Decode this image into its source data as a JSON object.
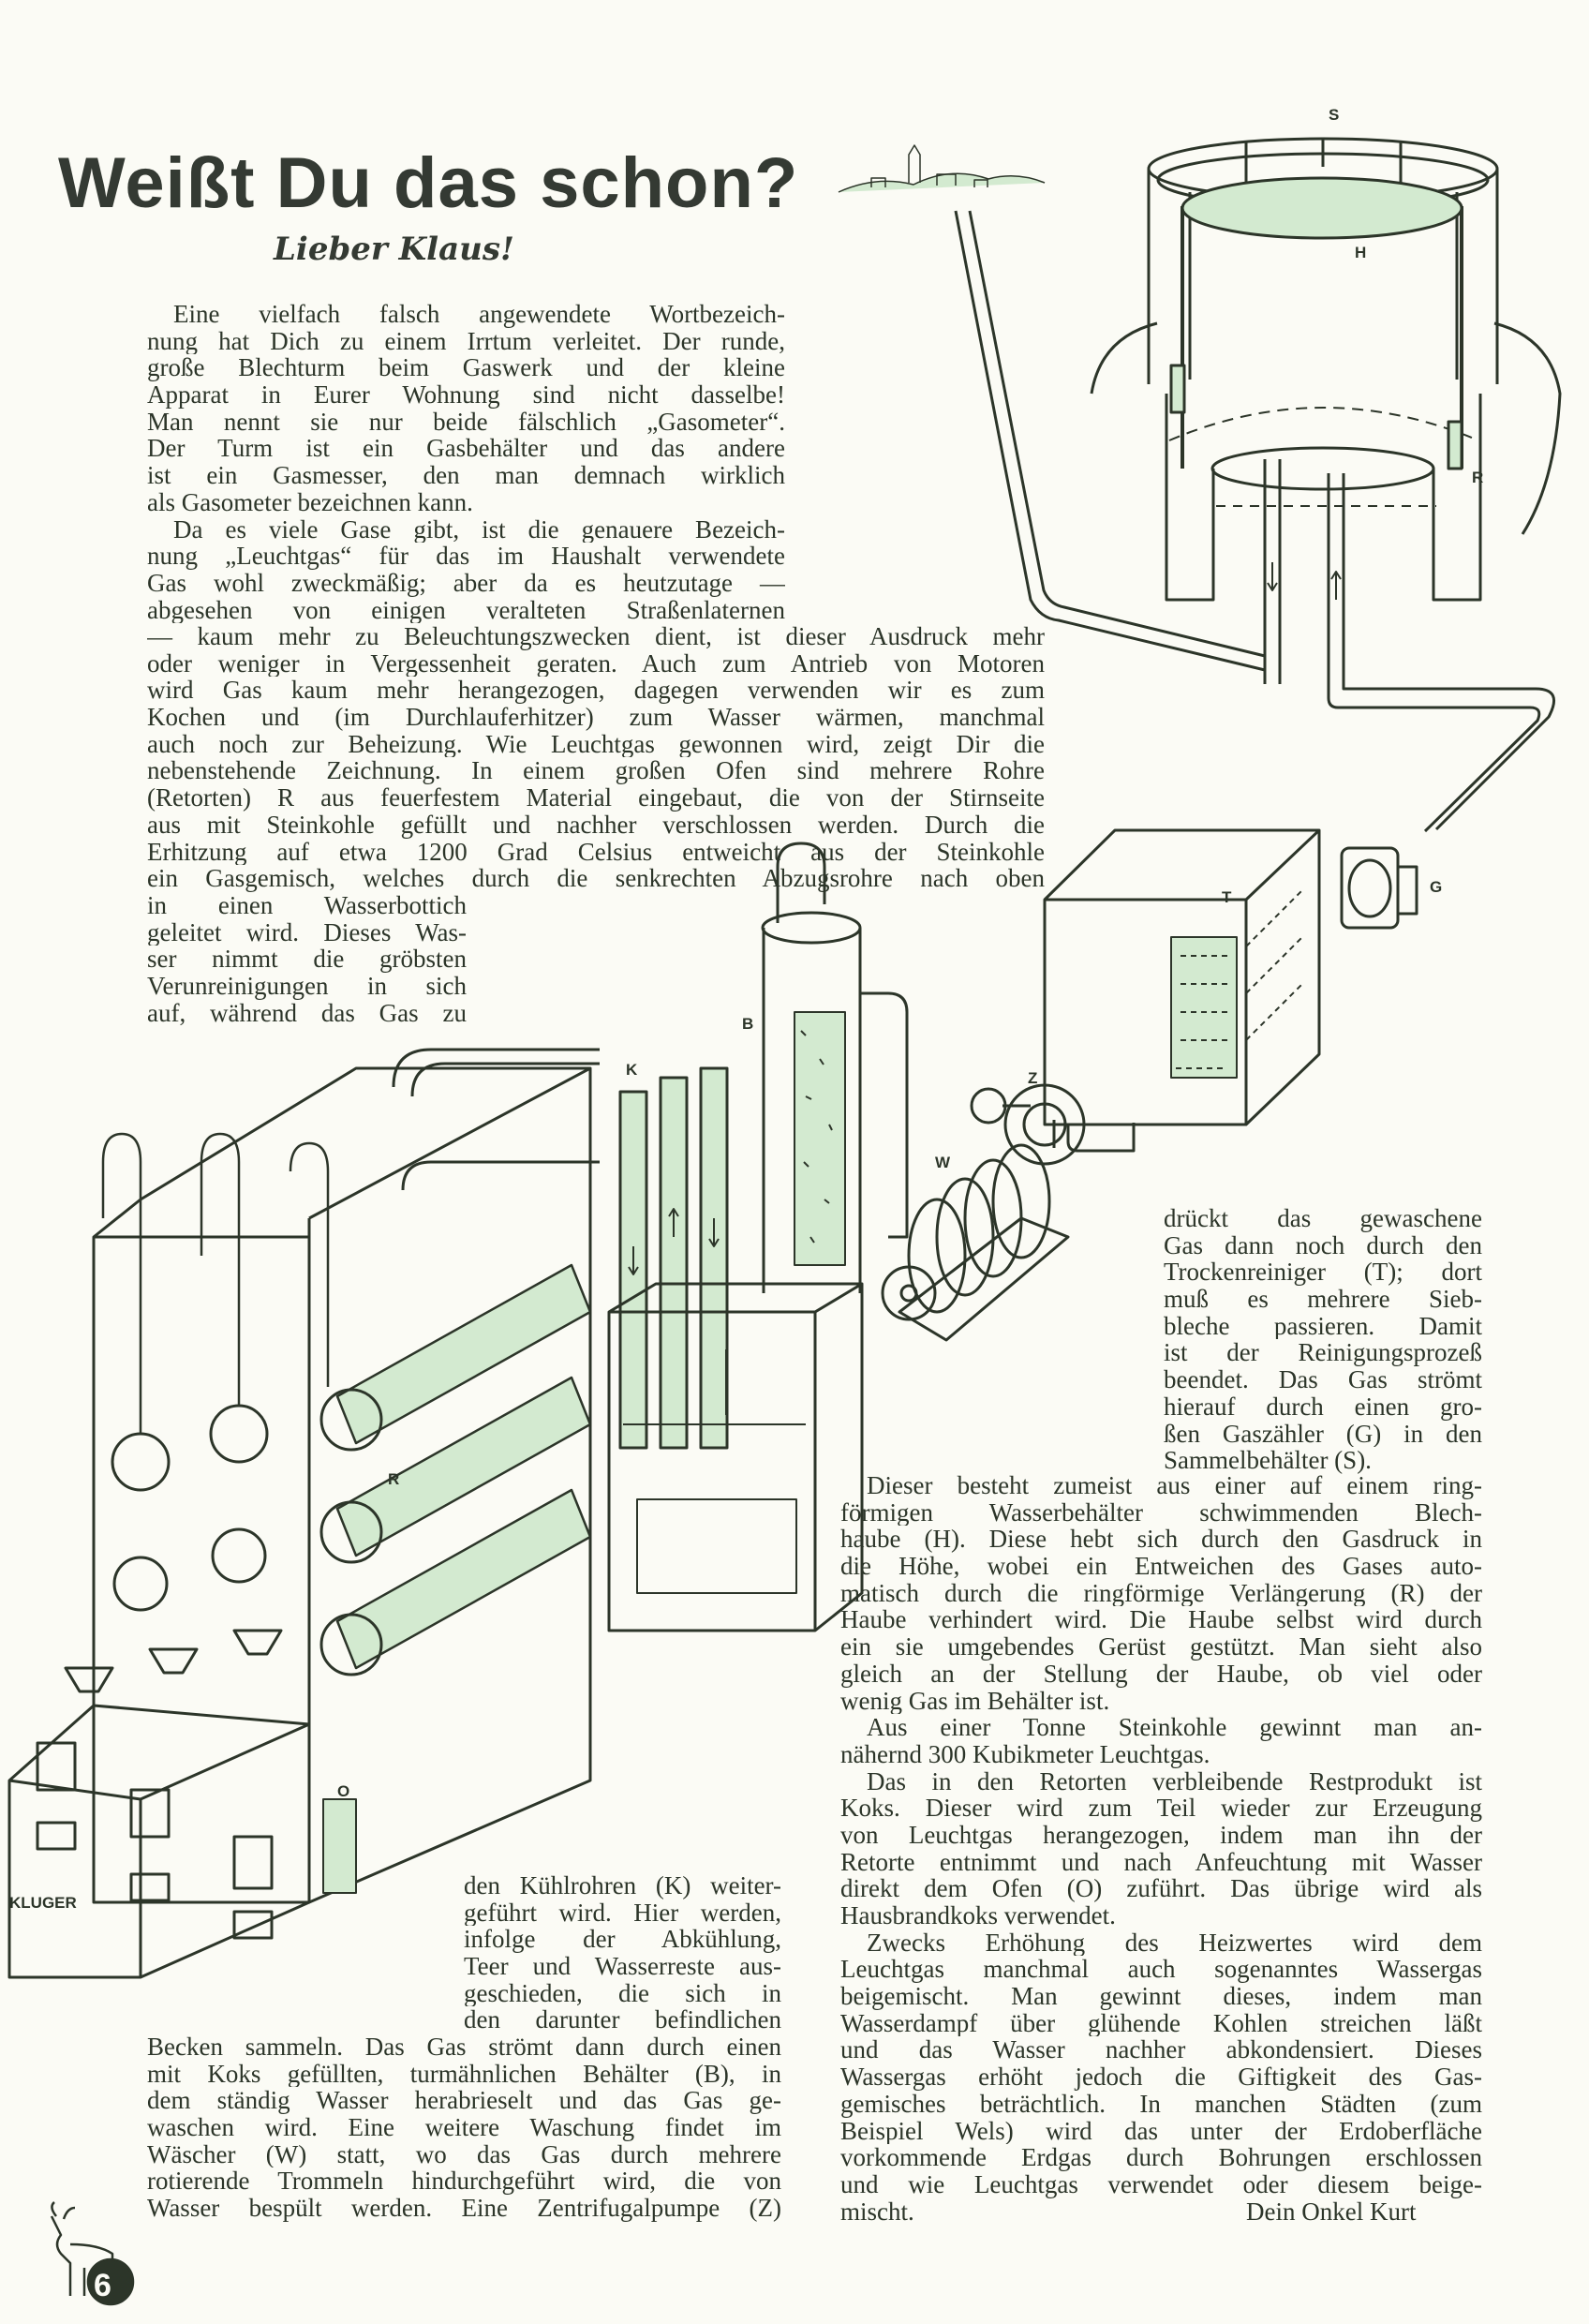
{
  "header": {
    "title": "Weißt Du das schon?",
    "salutation": "Lieber Klaus!"
  },
  "text": {
    "blocks": [
      [
        [
          "Eine vielfach falsch angewendete Wortbezeich-",
          "nung hat Dich zu einem Irrtum verleitet. Der runde,",
          "große Blechturm beim Gaswerk und der kleine",
          "Apparat in Eurer Wohnung sind nicht dasselbe!",
          "Man nennt sie nur beide fälschlich „Gasometer“.",
          "Der Turm ist ein Gasbehälter und das andere",
          "ist ein Gasmesser, den man demnach wirklich",
          "als Gasometer bezeichnen kann."
        ],
        [
          "Da es viele Gase gibt, ist die genauere Bezeich-",
          "nung „Leuchtgas“ für das im Haushalt verwendete",
          "Gas wohl zweckmäßig; aber da es heutzutage —",
          "abgesehen von einigen veralteten Straßenlaternen"
        ]
      ],
      [
        [
          "— kaum mehr zu Beleuchtungszwecken dient, ist dieser Ausdruck mehr",
          "oder weniger in Vergessenheit geraten. Auch zum Antrieb von Motoren",
          "wird Gas kaum mehr herangezogen, dagegen verwenden wir es zum",
          "Kochen und (im Durchlauferhitzer) zum Wasser wärmen, manchmal",
          "auch noch zur Beheizung. Wie Leuchtgas gewonnen wird, zeigt Dir die",
          "nebenstehende Zeichnung. In einem großen Ofen sind mehrere Rohre",
          "(Retorten) R aus feuerfestem Material eingebaut, die von der Stirnseite",
          "aus mit Steinkohle gefüllt und nachher verschlossen werden. Durch die",
          "Erhitzung auf etwa 1200 Grad Celsius entweicht aus der Steinkohle",
          "ein Gasgemisch, welches durch die senkrechten Abzugsrohre nach oben"
        ]
      ],
      [
        [
          "in einen Wasserbottich",
          "geleitet wird. Dieses Was-",
          "ser nimmt die gröbsten",
          "Verunreinigungen in sich",
          "auf, während das Gas zu"
        ]
      ],
      [
        [
          "drückt das gewaschene",
          "Gas dann noch durch den",
          "Trockenreiniger (T); dort",
          "muß es mehrere Sieb-",
          "bleche passieren. Damit",
          "ist der Reinigungsprozeß",
          "beendet. Das Gas strömt",
          "hierauf durch einen gro-",
          "ßen Gaszähler (G) in den",
          "Sammelbehälter (S)."
        ]
      ],
      [
        [
          "Dieser besteht zumeist aus einer auf einem ring-",
          "förmigen Wasserbehälter schwimmenden Blech-",
          "haube (H). Diese hebt sich durch den Gasdruck in",
          "die Höhe, wobei ein Entweichen des Gases auto-",
          "matisch durch die ringförmige Verlängerung (R) der",
          "Haube verhindert wird. Die Haube selbst wird durch",
          "ein sie umgebendes Gerüst gestützt. Man sieht also",
          "gleich an der Stellung der Haube, ob viel oder",
          "wenig Gas im Behälter ist."
        ],
        [
          "Aus einer Tonne Steinkohle gewinnt man an-",
          "nähernd 300 Kubikmeter Leuchtgas."
        ],
        [
          "Das in den Retorten verbleibende Restprodukt ist",
          "Koks. Dieser wird zum Teil wieder zur Erzeugung",
          "von Leuchtgas herangezogen, indem man ihn der",
          "Retorte entnimmt und nach Anfeuchtung mit Wasser",
          "direkt dem Ofen (O) zuführt. Das übrige wird als",
          "Hausbrandkoks verwendet."
        ],
        [
          "Zwecks Erhöhung des Heizwertes wird dem",
          "Leuchtgas manchmal auch sogenanntes Wassergas",
          "beigemischt. Man gewinnt dieses, indem man",
          "Wasserdampf über glühende Kohlen streichen läßt",
          "und das Wasser nachher abkondensiert. Dieses",
          "Wassergas erhöht jedoch die Giftigkeit des Gas-",
          "gemisches beträchtlich. In manchen Städten (zum",
          "Beispiel Wels) wird das unter der Erdoberfläche",
          "vorkommende Erdgas durch Bohrungen erschlossen",
          "und wie Leuchtgas verwendet oder diesem beige-",
          "mischt."
        ]
      ],
      [
        [
          "den Kühlrohren (K) weiter-",
          "geführt wird. Hier werden,",
          "infolge der Abkühlung,",
          "Teer und Wasserreste aus-",
          "geschieden, die sich in",
          "den darunter befindlichen"
        ]
      ],
      [
        [
          "Becken sammeln. Das Gas strömt dann durch einen",
          "mit Koks gefüllten, turmähnlichen Behälter (B), in",
          "dem ständig Wasser herabrieselt und das Gas ge-",
          "waschen wird. Eine weitere Waschung findet im",
          "Wäscher (W) statt, wo das Gas durch mehrere",
          "rotierende Trommeln hindurchgeführt wird, die von",
          "Wasser bespült werden. Eine Zentrifugalpumpe (Z)"
        ]
      ]
    ],
    "signature": "Dein Onkel Kurt"
  },
  "diagram": {
    "labels": {
      "sammelbehaelter": "S",
      "haube": "H",
      "ring": "R",
      "gaszaehler": "G",
      "trockenreiniger": "T",
      "pumpe": "Z",
      "waescher": "W",
      "behaelter": "B",
      "kuehlrohre": "K",
      "retorten": "R",
      "ofen": "O"
    },
    "artist": "KLUGER"
  },
  "footer": {
    "page_number": "6"
  },
  "colors": {
    "ink": "#2c3529",
    "accent_green": "#d3ead0",
    "paper": "#fbfbf5"
  }
}
